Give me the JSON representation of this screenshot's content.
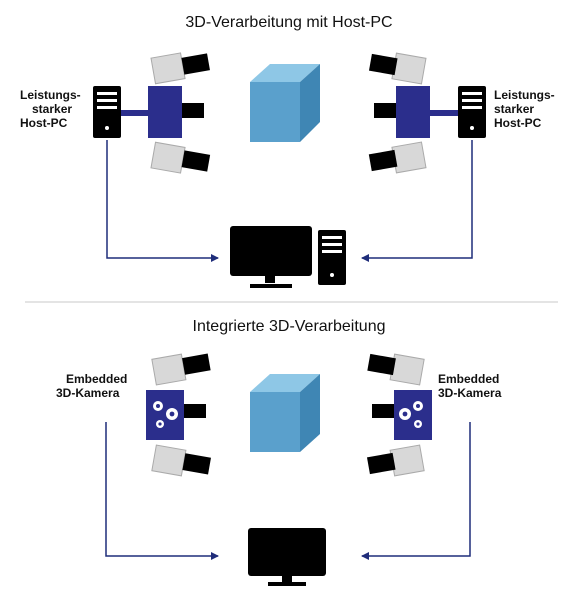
{
  "top_section": {
    "title": "3D-Verarbeitung mit Host-PC",
    "left_label": [
      "Leistungs-",
      "starker",
      "Host-PC"
    ],
    "right_label": [
      "Leistungs-",
      "starker",
      "Host-PC"
    ]
  },
  "bottom_section": {
    "title": "Integrierte 3D-Verarbeitung",
    "left_label": [
      "Embedded",
      "3D-Kamera"
    ],
    "right_label": [
      "Embedded",
      "3D-Kamera"
    ]
  },
  "colors": {
    "camera_blue": "#2b2e8c",
    "arrow_blue": "#1f2d7a",
    "cube_front": "#5aa0cc",
    "cube_top": "#8ec7e6",
    "cube_side": "#3f86b4",
    "divider": "#c8c8c8",
    "projector_grey": "#d8d8d8"
  },
  "icons": [
    "host-pc-tower-icon",
    "workstation-monitor-icon",
    "cube-object-icon",
    "gears-icon",
    "projector-icon"
  ]
}
